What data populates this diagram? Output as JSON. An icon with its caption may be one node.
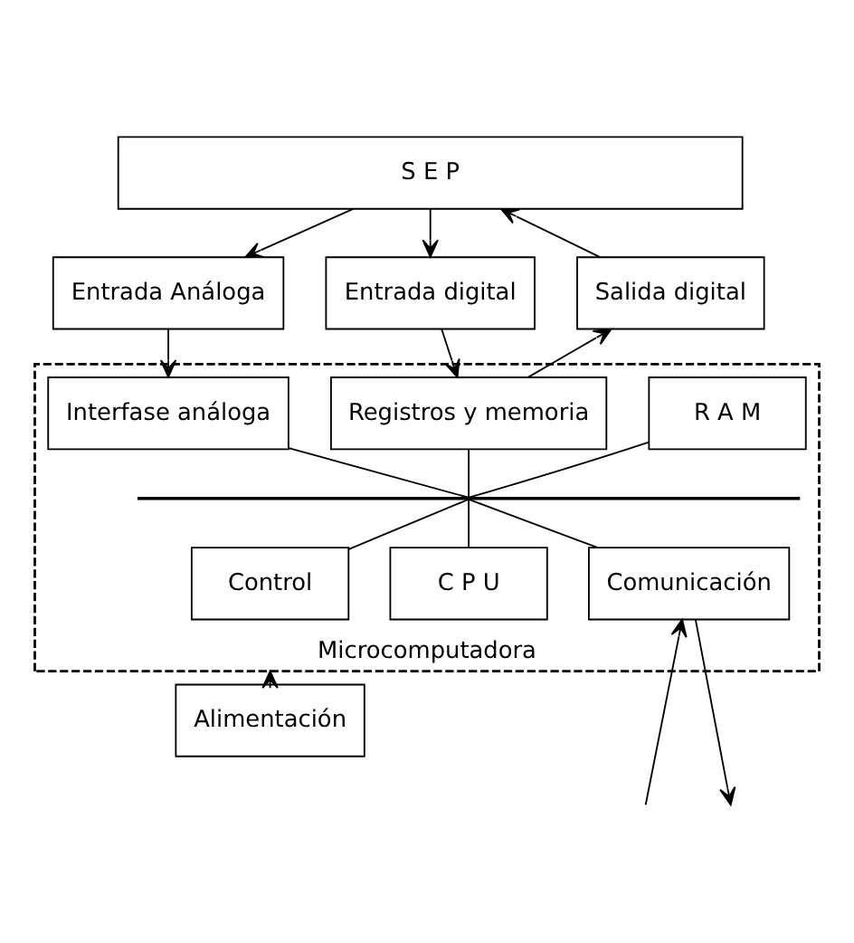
{
  "diagram": {
    "nodes": [
      {
        "text": [
          "S E P"
        ]
      },
      {
        "text": [
          "Entrada Análoga"
        ]
      },
      {
        "text": [
          "Entrada digital"
        ]
      },
      {
        "text": [
          "Salida digital"
        ]
      },
      {
        "text": [
          "Microcomputadora"
        ]
      },
      {
        "text": [
          "Interfase análoga"
        ],
        "in": 4
      },
      {
        "text": [
          "Registros y memoria"
        ],
        "in": 4
      },
      {
        "text": [
          "R A M"
        ],
        "in": 4
      },
      {
        "text": [],
        "shape": "bar",
        "in": 4
      },
      {
        "text": [
          "Control"
        ],
        "in": 4
      },
      {
        "text": [
          "C P U"
        ],
        "in": 4
      },
      {
        "text": [
          "Comunicación"
        ],
        "in": 4
      },
      {
        "text": [
          "Alimentación"
        ]
      }
    ],
    "edges": [
      {
        "from": 0,
        "to": 1,
        "arrow": "to"
      },
      {
        "from": 0,
        "to": 2,
        "arrow": "to"
      },
      {
        "from": 3,
        "to": 0,
        "arrow": "to"
      },
      {
        "from": 1,
        "to": 5,
        "arrow": "to"
      },
      {
        "from": 2,
        "to": 6,
        "arrow": "to"
      },
      {
        "from": 6,
        "to": 3,
        "arrow": "to"
      },
      {
        "from": 5,
        "to": 8,
        "arrow": "none"
      },
      {
        "from": 6,
        "to": 8,
        "arrow": "none"
      },
      {
        "from": 7,
        "to": 8,
        "arrow": "none"
      },
      {
        "from": 8,
        "to": 9,
        "arrow": "none"
      },
      {
        "from": 8,
        "to": 10,
        "arrow": "none"
      },
      {
        "from": 8,
        "to": 11,
        "arrow": "none"
      },
      {
        "from": null,
        "to": 11,
        "arrow": "to"
      },
      {
        "from": 11,
        "to": null,
        "arrow": "to"
      },
      {
        "from": 12,
        "to": 4,
        "arrow": "to"
      }
    ]
  }
}
